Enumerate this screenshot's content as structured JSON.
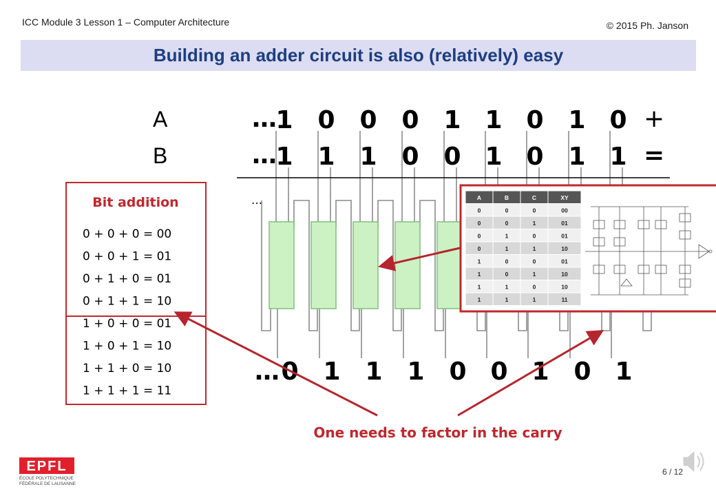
{
  "header": {
    "left": "ICC Module 3 Lesson 1 – Computer Architecture",
    "right": "© 2015 Ph. Janson",
    "title": "Building an adder circuit is also (relatively) easy"
  },
  "rows": {
    "a_label": "A",
    "b_label": "B",
    "ellipsis": "…",
    "a_bits": [
      "1",
      "0",
      "0",
      "0",
      "1",
      "1",
      "0",
      "1",
      "0"
    ],
    "b_bits": [
      "1",
      "1",
      "1",
      "0",
      "0",
      "1",
      "0",
      "1",
      "1"
    ],
    "sum_bits": [
      "0",
      "1",
      "1",
      "1",
      "0",
      "0",
      "1",
      "0",
      "1"
    ],
    "plus": "+",
    "equals": "="
  },
  "bit_addition": {
    "title": "Bit addition",
    "rows": [
      "0 + 0 + 0 = 00",
      "0 + 0 + 1 = 01",
      "0 + 1 + 0 = 01",
      "0 + 1 + 1 = 10",
      "1 + 0 + 0 = 01",
      "1 + 0 + 1 = 10",
      "1 + 1 + 0 = 10",
      "1 + 1 + 1 = 11"
    ]
  },
  "truth_table": {
    "headers": [
      "A",
      "B",
      "C",
      "XY"
    ],
    "rows": [
      [
        "0",
        "0",
        "0",
        "00"
      ],
      [
        "0",
        "0",
        "1",
        "01"
      ],
      [
        "0",
        "1",
        "0",
        "01"
      ],
      [
        "0",
        "1",
        "1",
        "10"
      ],
      [
        "1",
        "0",
        "0",
        "01"
      ],
      [
        "1",
        "0",
        "1",
        "10"
      ],
      [
        "1",
        "1",
        "0",
        "10"
      ],
      [
        "1",
        "1",
        "1",
        "11"
      ]
    ]
  },
  "carry_note": "One needs to factor in the carry",
  "footer": {
    "page": "6 / 12"
  },
  "logo": {
    "line1": "ÉCOLE POLYTECHNIQUE",
    "line2": "FÉDÉRALE DE LAUSANNE",
    "mark": "EPFL"
  },
  "colors": {
    "title": "#1c3e82",
    "accent": "#c0272d",
    "box_fill": "#ccf2c4",
    "box_stroke": "#7fbf7a",
    "title_bar": "#dcdcf2"
  }
}
